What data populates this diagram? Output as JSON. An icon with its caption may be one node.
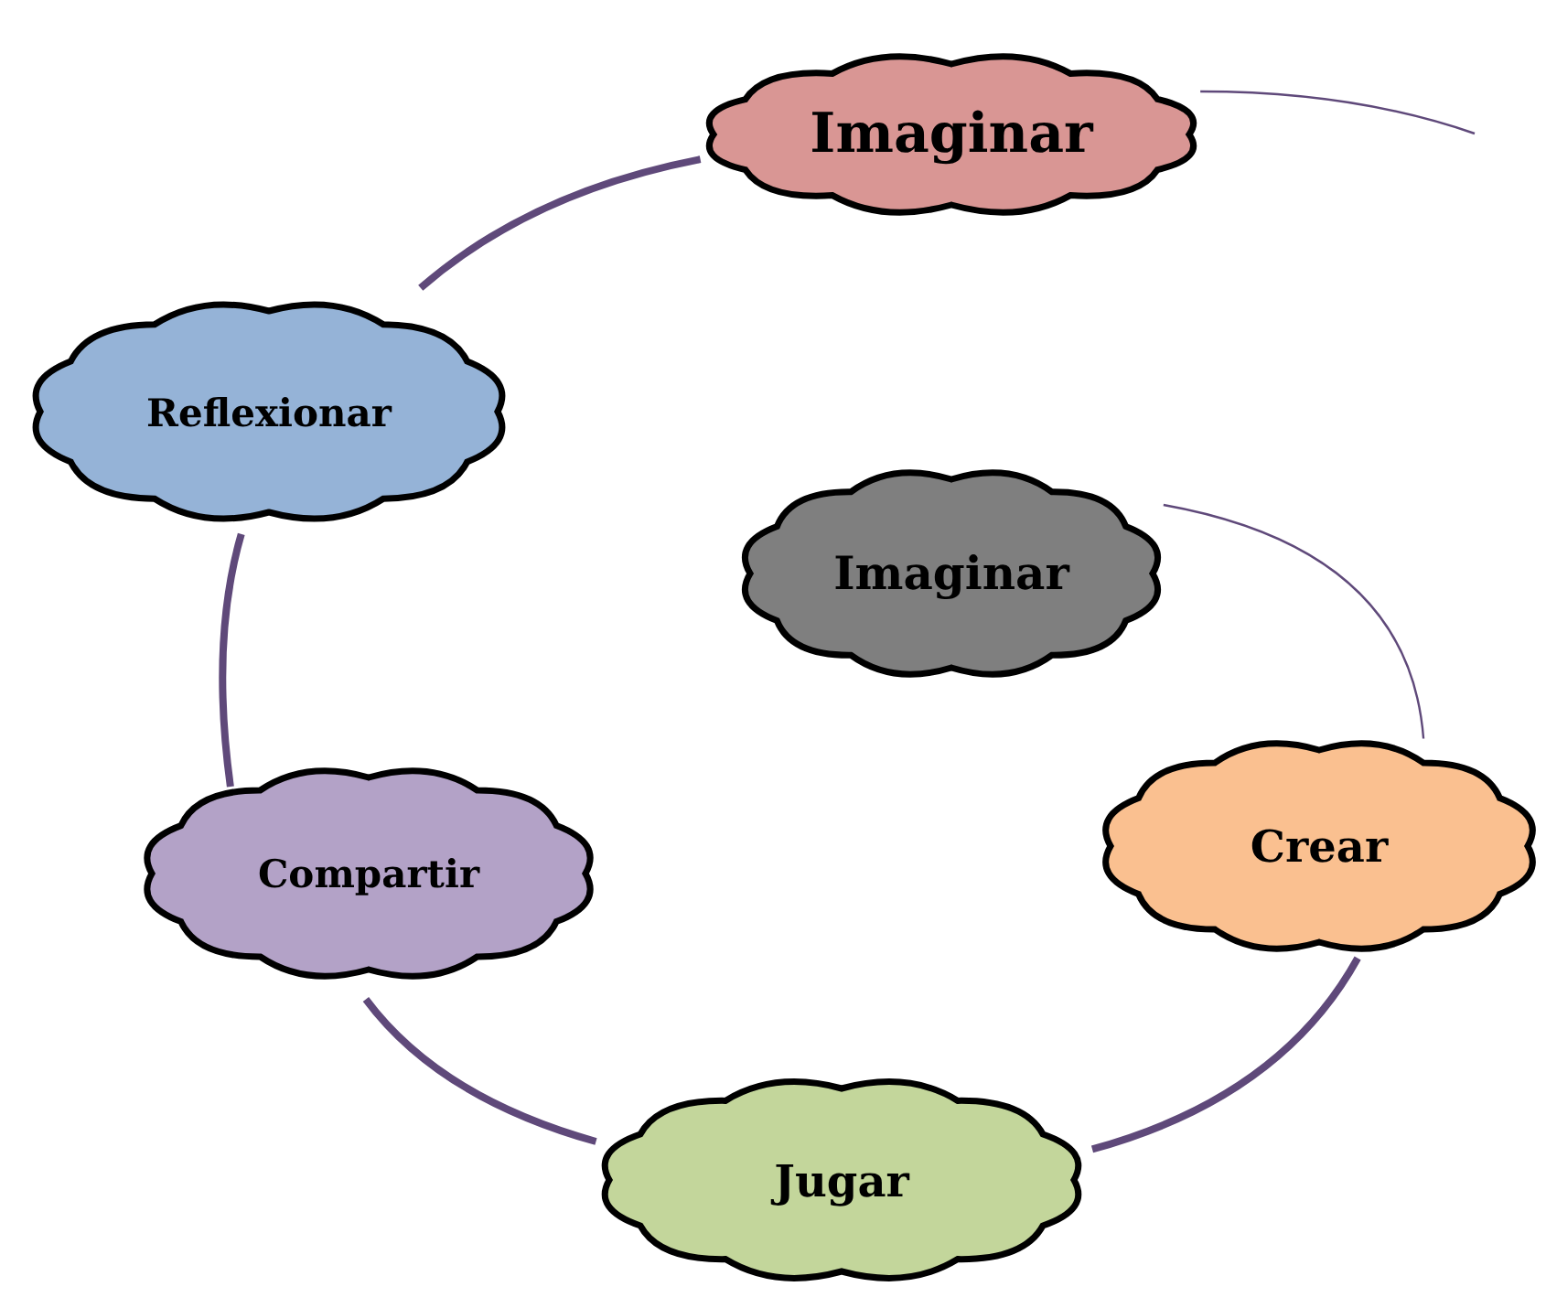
{
  "diagram": {
    "nodes": [
      {
        "text": [
          "Imaginar"
        ]
      },
      {
        "text": [
          "Reflexionar"
        ]
      },
      {
        "text": [
          "Imaginar"
        ]
      },
      {
        "text": [
          "Crear"
        ]
      },
      {
        "text": [
          "Compartir"
        ]
      },
      {
        "text": [
          "Jugar"
        ]
      }
    ],
    "edges": [
      {
        "from": 2,
        "to": 3,
        "arrow": "none"
      },
      {
        "from": 3,
        "to": 5,
        "arrow": "none"
      },
      {
        "from": 5,
        "to": 4,
        "arrow": "none"
      },
      {
        "from": 4,
        "to": 1,
        "arrow": "none"
      },
      {
        "from": 1,
        "to": 0,
        "arrow": "none"
      },
      {
        "from": 0,
        "to": null,
        "arrow": "none"
      }
    ]
  }
}
